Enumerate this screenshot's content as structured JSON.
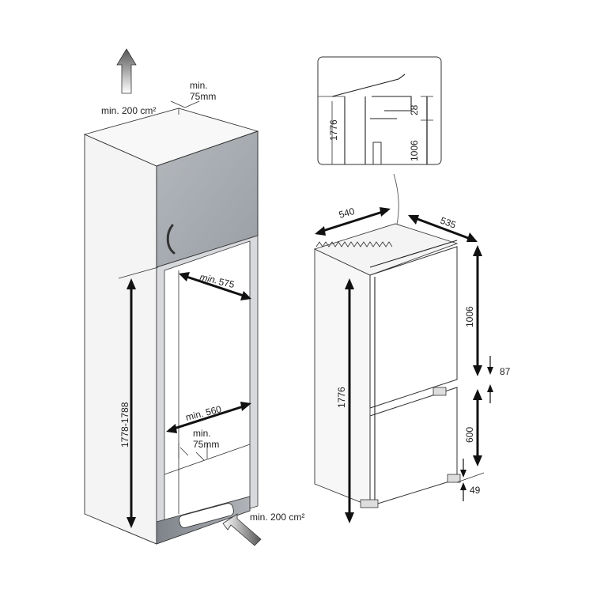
{
  "cabinet": {
    "vent_top": "min. 200 cm²",
    "gap_top_min": "min.",
    "gap_top_val": "75mm",
    "depth_min_prefix": "min.",
    "depth_min_val": "575",
    "height_range": "1778-1788",
    "width_min": "min. 560",
    "gap_bottom_min": "min.",
    "gap_bottom_val": "75mm",
    "vent_bottom": "min. 200 cm²"
  },
  "appliance": {
    "width": "540",
    "depth": "535",
    "total_height": "1776",
    "upper_door": "1006",
    "gap_middle": "87",
    "lower_door": "600",
    "bottom_offset": "49"
  },
  "detail": {
    "height": "1776",
    "lower": "1006",
    "top_gap": "28"
  },
  "colors": {
    "door": "#a8adb3",
    "cabinet_edge": "#555555",
    "plinth": "#8f949a"
  }
}
